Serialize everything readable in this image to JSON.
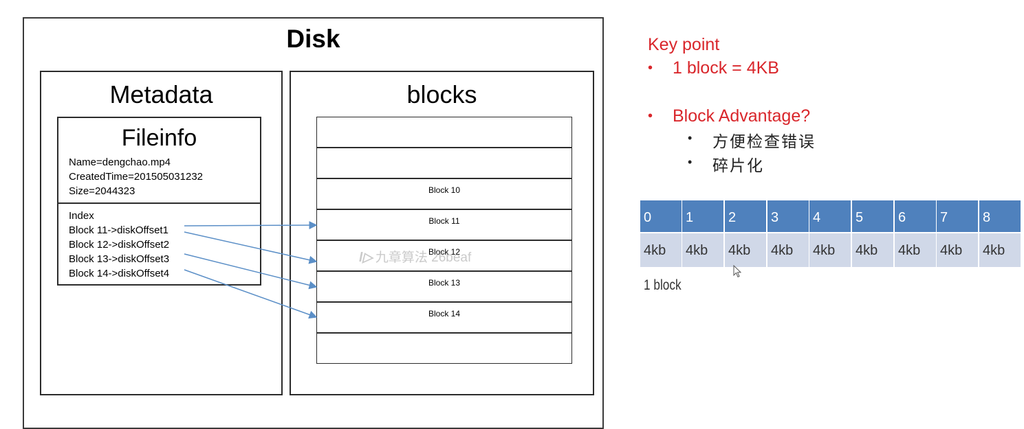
{
  "disk": {
    "title": "Disk",
    "metadata": {
      "title": "Metadata",
      "fileinfo": {
        "title": "Fileinfo",
        "lines": [
          "Name=dengchao.mp4",
          "CreatedTime=201505031232",
          "Size=2044323"
        ],
        "index_title": "Index",
        "index_entries": [
          "Block 11->diskOffset1",
          "Block 12->diskOffset2",
          "Block 13->diskOffset3",
          "Block 14->diskOffset4"
        ]
      }
    },
    "blocks": {
      "title": "blocks",
      "rows": [
        "",
        "",
        "Block 10",
        "Block 11",
        "Block 12",
        "Block 13",
        "Block 14",
        ""
      ]
    }
  },
  "key_points": {
    "title": "Key point",
    "items": [
      {
        "text": "1 block = 4KB"
      },
      {
        "text": "Block Advantage?",
        "subitems": [
          "方便检查错误",
          "碎片化"
        ]
      }
    ]
  },
  "block_table": {
    "headers": [
      "0",
      "1",
      "2",
      "3",
      "4",
      "5",
      "6",
      "7",
      "8"
    ],
    "values": [
      "4kb",
      "4kb",
      "4kb",
      "4kb",
      "4kb",
      "4kb",
      "4kb",
      "4kb",
      "4kb"
    ],
    "caption": "1 block"
  },
  "watermark": {
    "mark": "l▷",
    "text": "九章算法 26beaf"
  },
  "colors": {
    "accent_red": "#d9262b",
    "table_header": "#4f81bd",
    "table_cell": "#d0d8e8",
    "arrow": "#5b8fc7"
  },
  "icons": [
    "cursor-icon"
  ]
}
